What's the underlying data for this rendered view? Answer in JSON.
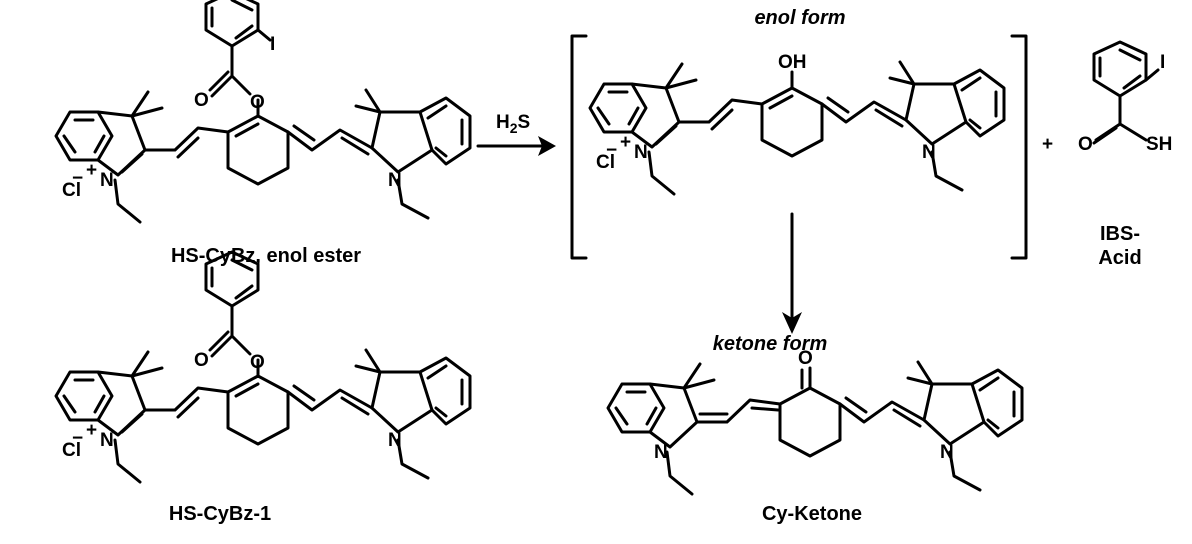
{
  "captions": {
    "cybz": "HS-CyBz, enol ester",
    "cybz1": "HS-CyBz-1",
    "cyketone": "Cy-Ketone",
    "ibs_line1": "IBS-",
    "ibs_line2": "Acid",
    "enol_form": "enol form",
    "ketone_form": "ketone form"
  },
  "reagent": {
    "main": "H",
    "sub": "2",
    "tail": "S"
  },
  "plus_sign": "+",
  "atoms": {
    "N": "N",
    "O": "O",
    "I": "I",
    "Cl": "Cl",
    "OH": "OH",
    "SH": "SH",
    "plus": "+",
    "minus": "−"
  }
}
